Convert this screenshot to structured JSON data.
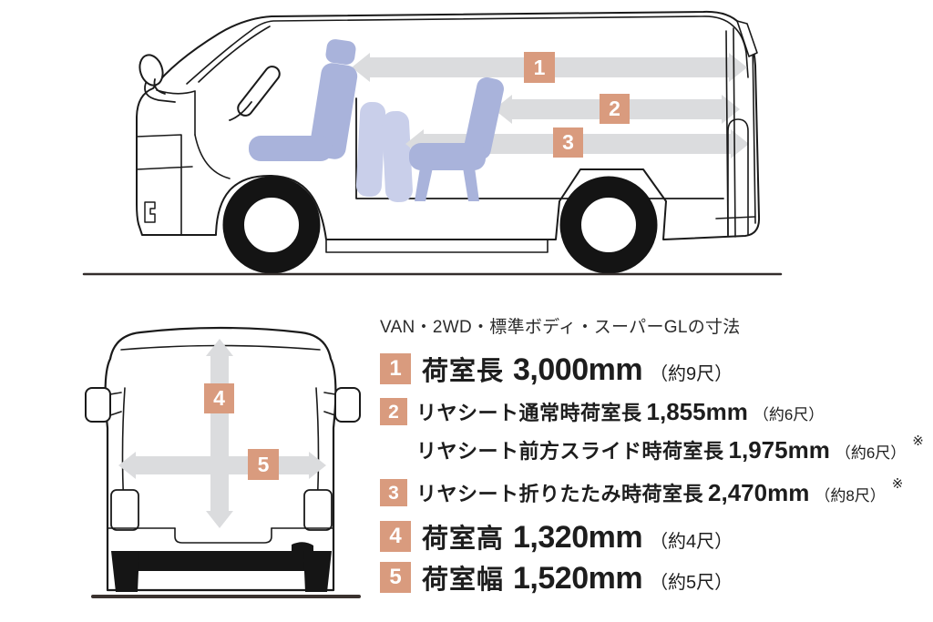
{
  "title": "VAN・2WD・標準ボディ・スーパーGLの寸法",
  "specs": [
    {
      "num": "1",
      "label": "荷室長",
      "value": "3,000mm",
      "note": "（約9尺）",
      "mark": ""
    },
    {
      "num": "2",
      "label": "リヤシート通常時荷室長",
      "value": "1,855mm",
      "note": "（約6尺）",
      "mark": ""
    },
    {
      "num": "",
      "label": "リヤシート前方スライド時荷室長",
      "value": "1,975mm",
      "note": "（約6尺）",
      "mark": "※"
    },
    {
      "num": "3",
      "label": "リヤシート折りたたみ時荷室長",
      "value": "2,470mm",
      "note": "（約8尺）",
      "mark": "※"
    },
    {
      "num": "4",
      "label": "荷室高",
      "value": "1,320mm",
      "note": "（約4尺）",
      "mark": ""
    },
    {
      "num": "5",
      "label": "荷室幅",
      "value": "1,520mm",
      "note": "（約5尺）",
      "mark": ""
    }
  ],
  "colors": {
    "badge_accent": "#d99b7e",
    "dimension_arrow": "#dbdcde",
    "seat": "#a9b3db",
    "seat_folded": "#c9cfea",
    "line_art": "#1a1a1a",
    "text": "#1d1d1d"
  }
}
